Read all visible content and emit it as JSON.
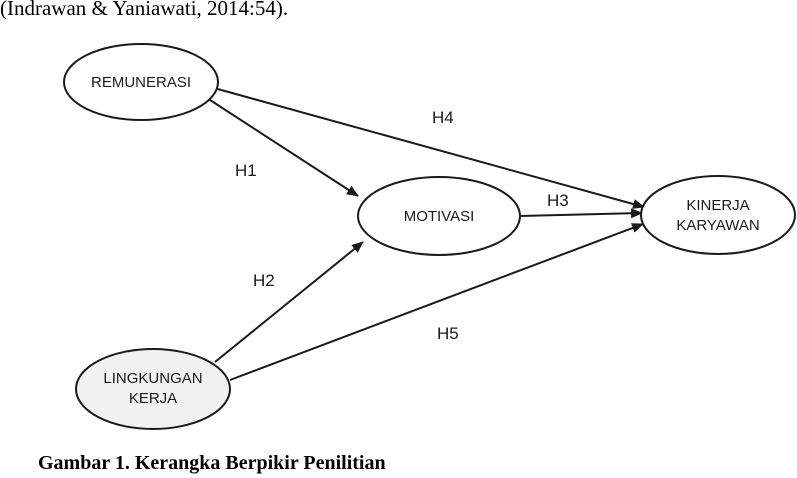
{
  "citation": "(Indrawan & Yaniawati, 2014:54).",
  "caption": "Gambar 1. Kerangka Berpikir Penilitian",
  "nodes": {
    "remunerasi": {
      "line1": "REMUNERASI",
      "line2": ""
    },
    "motivasi": {
      "line1": "MOTIVASI",
      "line2": ""
    },
    "lingkungan_kerja": {
      "line1": "LINGKUNGAN",
      "line2": "KERJA"
    },
    "kinerja_karyawan": {
      "line1": "KINERJA",
      "line2": "KARYAWAN"
    }
  },
  "edges": {
    "h1": "H1",
    "h2": "H2",
    "h3": "H3",
    "h4": "H4",
    "h5": "H5"
  },
  "colors": {
    "stroke": "#1a1a1a",
    "node_fill": "#ffffff",
    "lingkungan_fill": "#f1f1f1"
  }
}
